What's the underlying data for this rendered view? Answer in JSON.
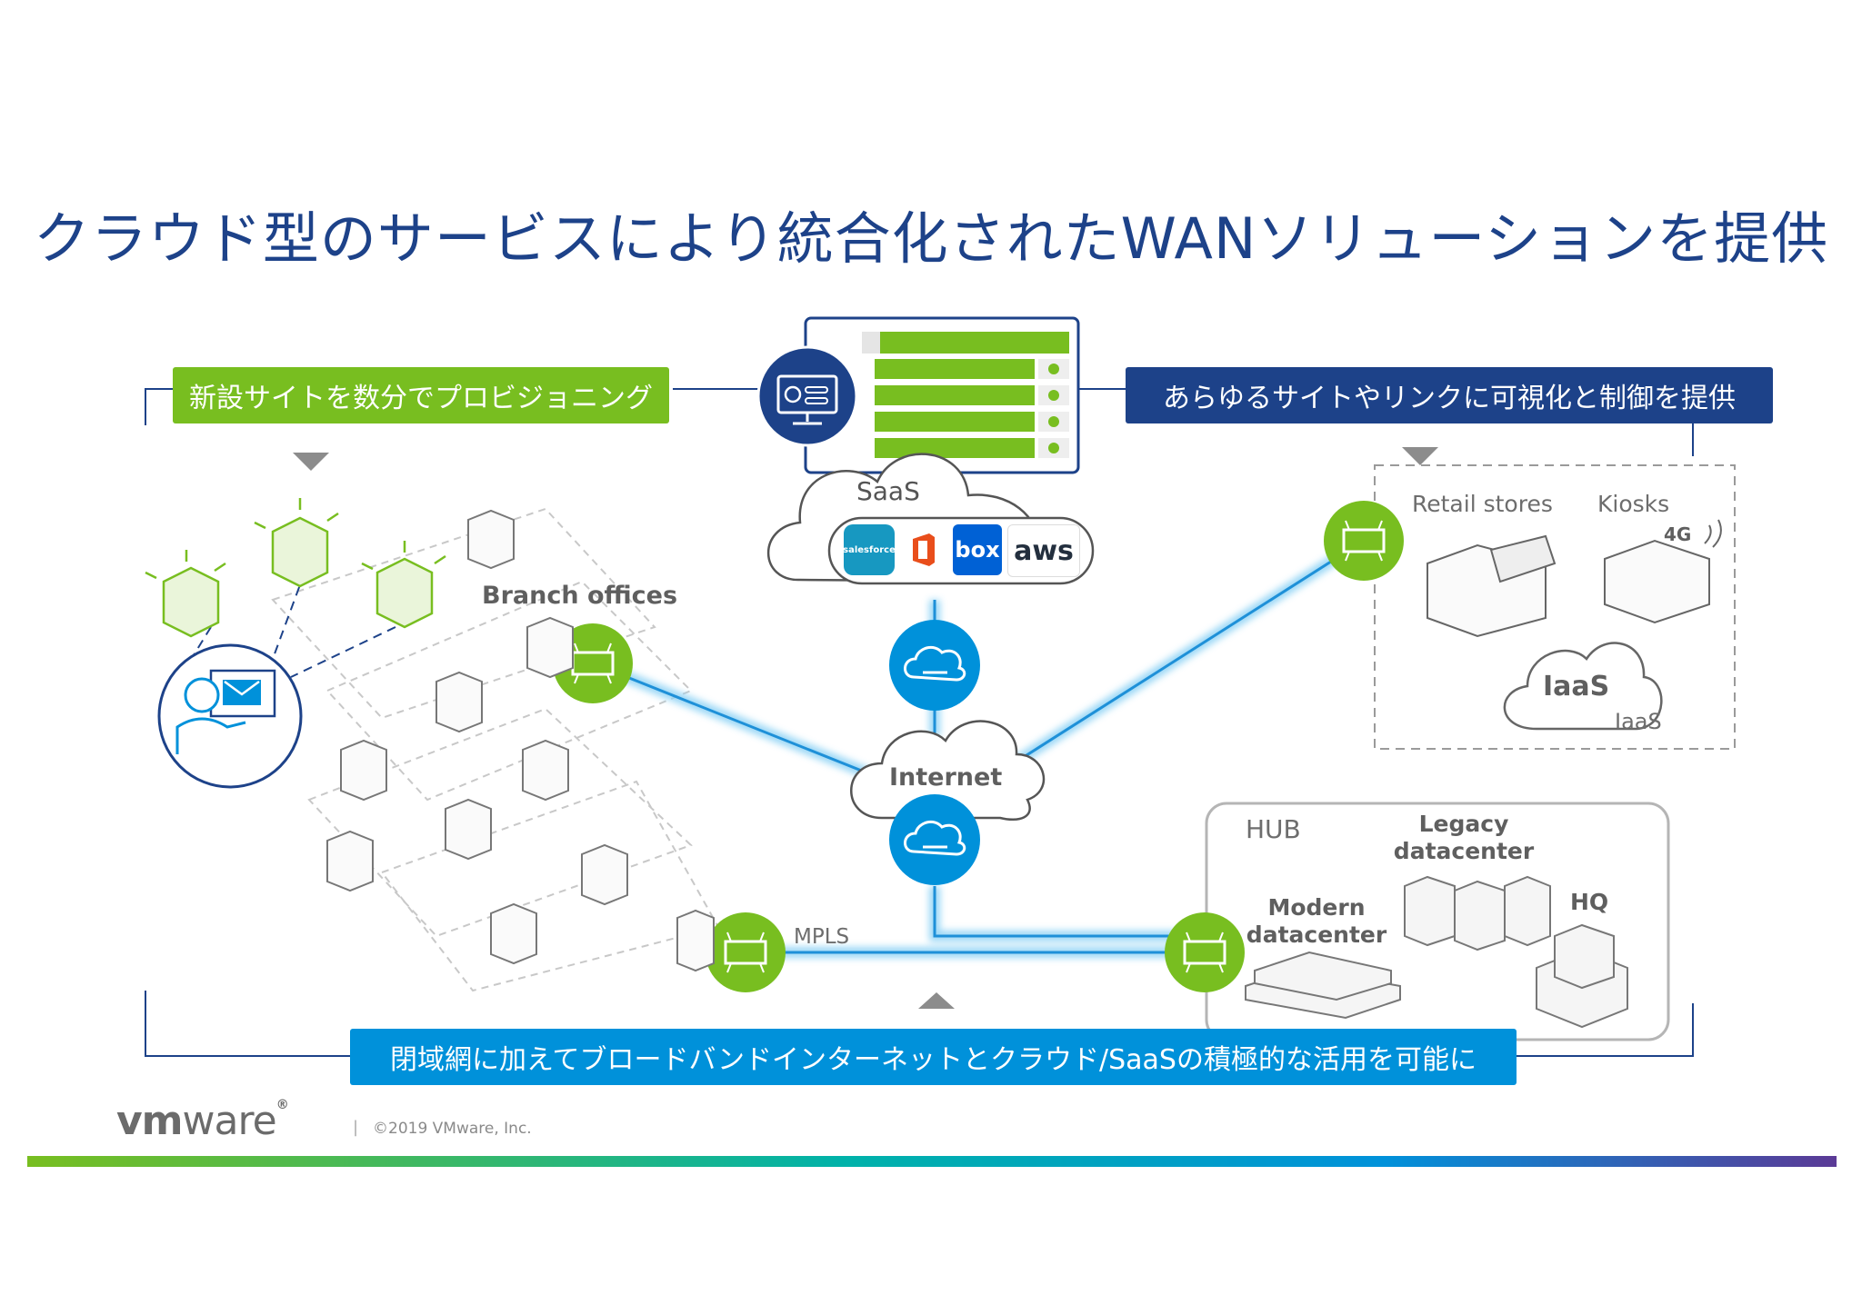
{
  "title": "クラウド型のサービスにより統合化されたWANソリューションを提供",
  "banners": {
    "provisioning": "新設サイトを数分でプロビジョニング",
    "visibility": "あらゆるサイトやリンクに可視化と制御を提供",
    "broadband": "閉域網に加えてブロードバンドインターネットとクラウド/SaaSの積極的な活用を可能に"
  },
  "labels": {
    "saas": "SaaS",
    "branch_offices": "Branch offices",
    "internet": "Internet",
    "mpls": "MPLS",
    "retail_stores": "Retail stores",
    "kiosks": "Kiosks",
    "four_g": "4G",
    "iaas_cloud": "IaaS",
    "iaas": "IaaS",
    "hub": "HUB",
    "legacy_datacenter_1": "Legacy",
    "legacy_datacenter_2": "datacenter",
    "modern_datacenter_1": "Modern",
    "modern_datacenter_2": "datacenter",
    "hq": "HQ"
  },
  "saas_apps": {
    "salesforce": "salesforce",
    "box": "box",
    "aws": "aws"
  },
  "footer": {
    "logo_vm": "vm",
    "logo_ware": "ware",
    "logo_reg": "®",
    "separator": "|",
    "copyright": "©2019 VMware, Inc."
  },
  "colors": {
    "title_blue": "#1d4289",
    "green": "#78be20",
    "navy": "#1d4289",
    "blue": "#0091da",
    "link_glow": "#8fd3f5"
  }
}
